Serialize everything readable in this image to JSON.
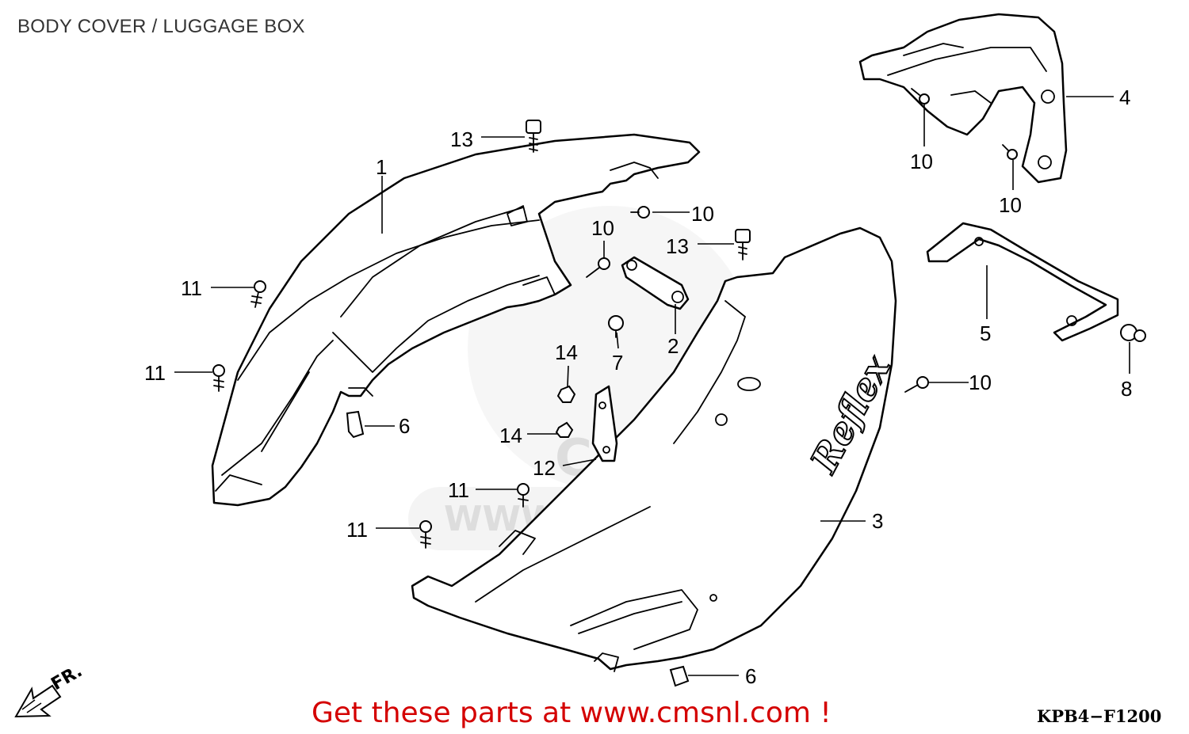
{
  "title": "BODY COVER / LUGGAGE BOX",
  "footer_link": "Get these parts at www.cmsnl.com !",
  "diagram_code": "KPB4−F1200",
  "front_arrow_label": "FR.",
  "watermark": {
    "text": "WWW.CMSNL.COM",
    "logo": "CMS"
  },
  "decal_text": "Reflex",
  "callouts": {
    "c1": "1",
    "c2": "2",
    "c3": "3",
    "c4": "4",
    "c5": "5",
    "c6a": "6",
    "c6b": "6",
    "c7": "7",
    "c8": "8",
    "c10a": "10",
    "c10b": "10",
    "c10c": "10",
    "c10d": "10",
    "c10e": "10",
    "c11a": "11",
    "c11b": "11",
    "c11c": "11",
    "c11d": "11",
    "c12": "12",
    "c13a": "13",
    "c13b": "13",
    "c14a": "14",
    "c14b": "14"
  }
}
